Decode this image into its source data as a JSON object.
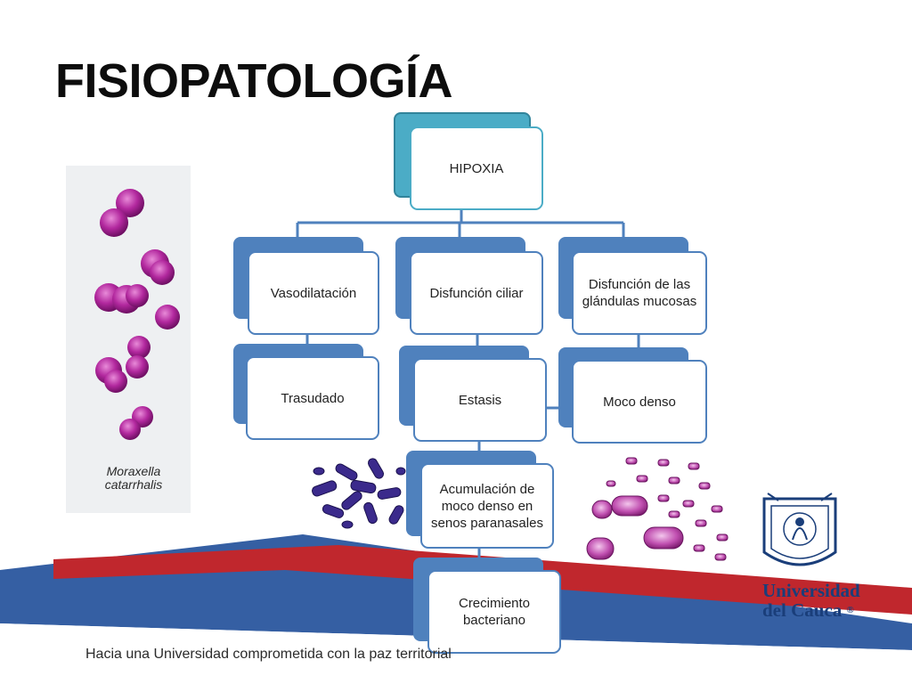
{
  "slide": {
    "title": "FISIOPATOLOGÍA",
    "footer": "Hacia una Universidad comprometida con la paz territorial",
    "image_caption_line1": "Moraxella",
    "image_caption_line2": "catarrhalis",
    "logo_line1": "Universidad",
    "logo_line2": "del Cauca",
    "logo_mark": "®"
  },
  "diagram": {
    "root": "HIPOXIA",
    "branch1": "Vasodilatación",
    "branch2": "Disfunción ciliar",
    "branch3": "Disfunción de las glándulas mucosas",
    "b1_child": "Trasudado",
    "b2_child": "Estasis",
    "b3_child": "Moco denso",
    "step3": "Acumulación de moco denso en senos paranasales",
    "step4": "Crecimiento bacteriano"
  },
  "colors": {
    "accent_blue": "#4f81bd",
    "accent_teal": "#4bacc6",
    "stripe_red": "#c0272d",
    "stripe_blue": "#1f4e99",
    "bacteria_magenta": "#9b1f8a"
  },
  "icons": [
    "moraxella-cocci-image",
    "rod-bacteria-cluster-image",
    "mixed-bacteria-image",
    "university-seal-logo"
  ]
}
